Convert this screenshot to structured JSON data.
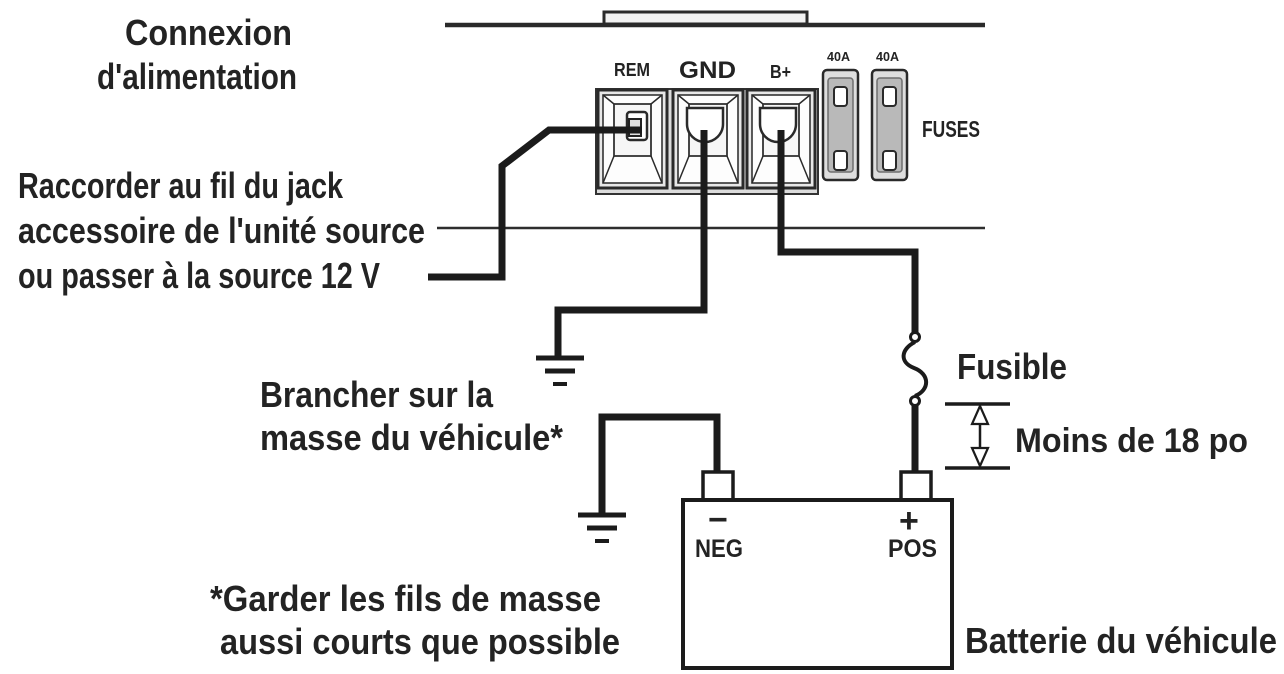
{
  "diagram": {
    "title_lines": [
      "Connexion",
      "d'alimentation"
    ],
    "amplifier": {
      "terminals": {
        "rem": "REM",
        "gnd": "GND",
        "bplus": "B+"
      },
      "fuse_left_rating": "40A",
      "fuse_right_rating": "40A",
      "fuses_label": "FUSES"
    },
    "callouts": {
      "remote_line1": "Raccorder au fil du jack",
      "remote_line2": "accessoire de l'unité source",
      "remote_line3": "ou passer à la source 12 V",
      "ground_line1": "Brancher sur la",
      "ground_line2": "masse du véhicule*",
      "inline_fuse": "Fusible",
      "max_length": "Moins de 18 po",
      "note_line1": "*Garder les fils de masse",
      "note_line2": "aussi courts que possible",
      "battery": "Batterie du véhicule"
    },
    "battery": {
      "neg_sign": "−",
      "neg_label": "NEG",
      "pos_sign": "+",
      "pos_label": "POS"
    },
    "colors": {
      "ink": "#232323",
      "wire": "#1b1b1b",
      "panel_fill": "#e8e8e8",
      "fuse_body": "#b9b9b9",
      "background": "#ffffff"
    }
  }
}
